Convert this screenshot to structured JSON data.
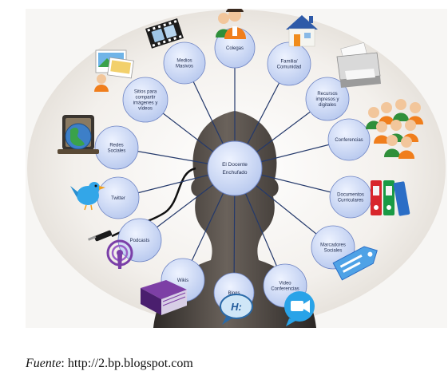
{
  "diagram": {
    "center": {
      "label": [
        "El Docente",
        "Enchufado"
      ]
    },
    "nodes": [
      {
        "id": "medios-masivos",
        "label": [
          "Medios",
          "Masivos"
        ],
        "icon": "film-strip-icon"
      },
      {
        "id": "colegas",
        "label": [
          "Colegas"
        ],
        "icon": "colleagues-icon"
      },
      {
        "id": "familia-comunidad",
        "label": [
          "Familia/",
          "Comunidad"
        ],
        "icon": "house-icon"
      },
      {
        "id": "recursos-impresos",
        "label": [
          "Recursos",
          "impresos y",
          "digitales"
        ],
        "icon": "printer-icon"
      },
      {
        "id": "conferencias",
        "label": [
          "Conferencias"
        ],
        "icon": "audience-icon"
      },
      {
        "id": "documentos-curriculares",
        "label": [
          "Documentos",
          "Curriculares"
        ],
        "icon": "binders-icon"
      },
      {
        "id": "marcadores-sociales",
        "label": [
          "Marcadores",
          "Sociales"
        ],
        "icon": "tag-icon"
      },
      {
        "id": "video-conferencias",
        "label": [
          "Video",
          "Conferencias"
        ],
        "icon": "video-camera-icon"
      },
      {
        "id": "blogs",
        "label": [
          "Blogs"
        ],
        "icon": "blog-bubble-icon"
      },
      {
        "id": "wikis",
        "label": [
          "Wikis"
        ],
        "icon": "wiki-book-icon"
      },
      {
        "id": "podcasts",
        "label": [
          "Podcasts"
        ],
        "icon": "podcast-icon"
      },
      {
        "id": "twitter",
        "label": [
          "Twitter"
        ],
        "icon": "twitter-bird-icon"
      },
      {
        "id": "redes-sociales",
        "label": [
          "Redes",
          "Sociales"
        ],
        "icon": "globe-network-icon"
      },
      {
        "id": "sitios-imagenes",
        "label": [
          "Sitios para",
          "compartir",
          "imágenes y",
          "vídeos"
        ],
        "icon": "photo-share-icon"
      }
    ]
  },
  "caption": {
    "fuente_label": "Fuente",
    "url": ": http://2.bp.blogspot.com"
  },
  "colors": {
    "node_fill": "#c8d6f2",
    "node_stroke": "#6e84c4",
    "connector": "#24396b",
    "silhouette": "#3f3a36"
  }
}
